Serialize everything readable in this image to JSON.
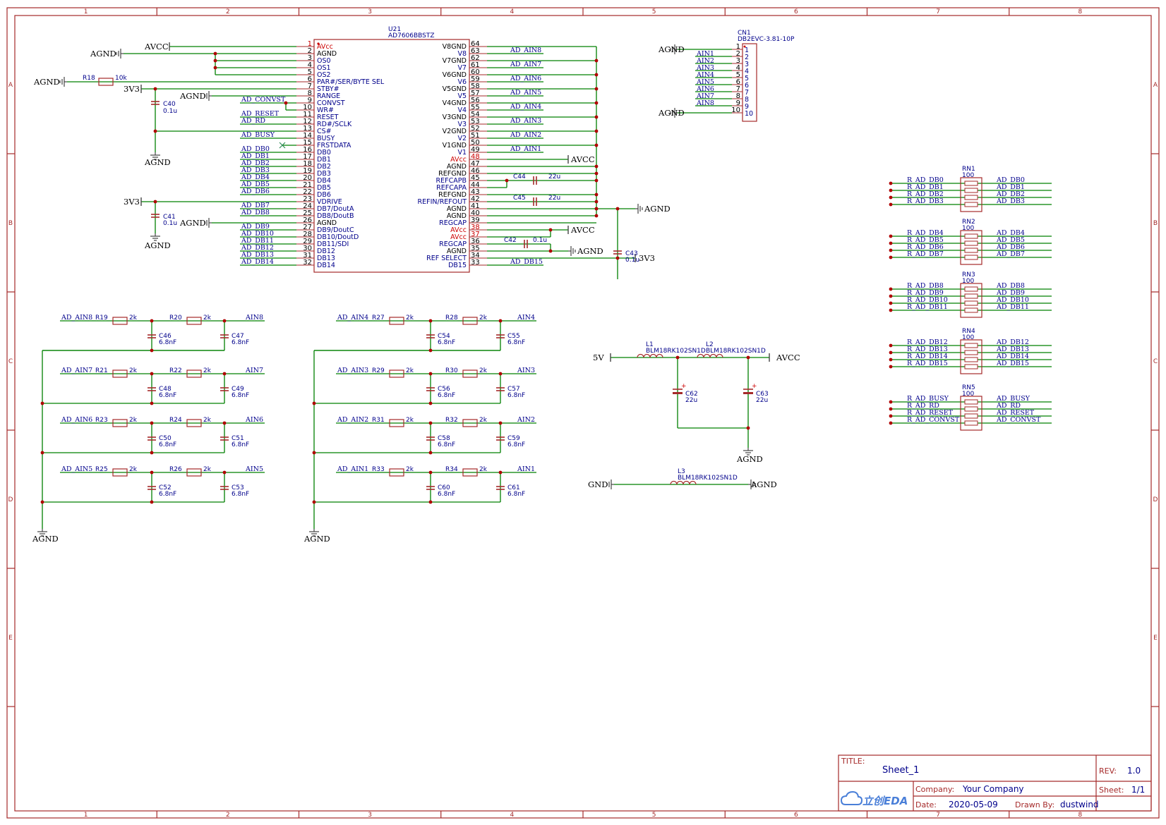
{
  "sheet": {
    "column_labels": [
      "1",
      "2",
      "3",
      "4",
      "5",
      "6",
      "7",
      "8"
    ],
    "row_labels": [
      "A",
      "B",
      "C",
      "D",
      "E"
    ]
  },
  "title_block": {
    "title_caption": "TITLE:",
    "title": "Sheet_1",
    "rev_caption": "REV:",
    "rev": "1.0",
    "company_caption": "Company:",
    "company": "Your Company",
    "sheet_caption": "Sheet:",
    "sheet": "1/1",
    "date_caption": "Date:",
    "date": "2020-05-09",
    "drawn_caption": "Drawn By:",
    "drawn_by": "dustwind",
    "logo": "立创EDA"
  },
  "u21": {
    "ref": "U21",
    "part": "AD7606BBSTZ",
    "left_pins": [
      {
        "num": "1",
        "name": "AVcc",
        "red": true
      },
      {
        "num": "2",
        "name": "AGND",
        "black": true
      },
      {
        "num": "3",
        "name": "OS0"
      },
      {
        "num": "4",
        "name": "OS1"
      },
      {
        "num": "5",
        "name": "OS2"
      },
      {
        "num": "6",
        "name": "PAR#/SER/BYTE SEL"
      },
      {
        "num": "7",
        "name": "STBY#"
      },
      {
        "num": "8",
        "name": "RANGE"
      },
      {
        "num": "9",
        "name": "CONVST"
      },
      {
        "num": "10",
        "name": "WR#"
      },
      {
        "num": "11",
        "name": "RESET"
      },
      {
        "num": "12",
        "name": "RD#/SCLK"
      },
      {
        "num": "13",
        "name": "CS#"
      },
      {
        "num": "14",
        "name": "BUSY"
      },
      {
        "num": "15",
        "name": "FRSTDATA"
      },
      {
        "num": "16",
        "name": "DB0"
      },
      {
        "num": "17",
        "name": "DB1"
      },
      {
        "num": "18",
        "name": "DB2"
      },
      {
        "num": "19",
        "name": "DB3"
      },
      {
        "num": "20",
        "name": "DB4"
      },
      {
        "num": "21",
        "name": "DB5"
      },
      {
        "num": "22",
        "name": "DB6"
      },
      {
        "num": "23",
        "name": "VDRIVE"
      },
      {
        "num": "24",
        "name": "DB7/DoutA"
      },
      {
        "num": "25",
        "name": "DB8/DoutB"
      },
      {
        "num": "26",
        "name": "AGND",
        "black": true
      },
      {
        "num": "27",
        "name": "DB9/DoutC"
      },
      {
        "num": "28",
        "name": "DB10/DoutD"
      },
      {
        "num": "29",
        "name": "DB11/SDI"
      },
      {
        "num": "30",
        "name": "DB12"
      },
      {
        "num": "31",
        "name": "DB13"
      },
      {
        "num": "32",
        "name": "DB14"
      }
    ],
    "right_pins": [
      {
        "num": "64",
        "name": "V8GND",
        "black": true
      },
      {
        "num": "63",
        "name": "V8"
      },
      {
        "num": "62",
        "name": "V7GND",
        "black": true
      },
      {
        "num": "61",
        "name": "V7"
      },
      {
        "num": "60",
        "name": "V6GND",
        "black": true
      },
      {
        "num": "59",
        "name": "V6"
      },
      {
        "num": "58",
        "name": "V5GND",
        "black": true
      },
      {
        "num": "57",
        "name": "V5"
      },
      {
        "num": "56",
        "name": "V4GND",
        "black": true
      },
      {
        "num": "55",
        "name": "V4"
      },
      {
        "num": "54",
        "name": "V3GND",
        "black": true
      },
      {
        "num": "53",
        "name": "V3"
      },
      {
        "num": "52",
        "name": "V2GND",
        "black": true
      },
      {
        "num": "51",
        "name": "V2"
      },
      {
        "num": "50",
        "name": "V1GND",
        "black": true
      },
      {
        "num": "49",
        "name": "V1"
      },
      {
        "num": "48",
        "name": "AVcc",
        "red": true
      },
      {
        "num": "47",
        "name": "AGND",
        "black": true
      },
      {
        "num": "46",
        "name": "REFGND",
        "black": true
      },
      {
        "num": "45",
        "name": "REFCAPB"
      },
      {
        "num": "44",
        "name": "REFCAPA"
      },
      {
        "num": "43",
        "name": "REFGND",
        "black": true
      },
      {
        "num": "42",
        "name": "REFIN/REFOUT"
      },
      {
        "num": "41",
        "name": "AGND",
        "black": true
      },
      {
        "num": "40",
        "name": "AGND",
        "black": true
      },
      {
        "num": "39",
        "name": "REGCAP"
      },
      {
        "num": "38",
        "name": "AVcc",
        "red": true
      },
      {
        "num": "37",
        "name": "AVcc",
        "red": true
      },
      {
        "num": "36",
        "name": "REGCAP"
      },
      {
        "num": "35",
        "name": "AGND",
        "black": true
      },
      {
        "num": "34",
        "name": "REF SELECT"
      },
      {
        "num": "33",
        "name": "DB15"
      }
    ],
    "left_nets": {
      "9": "AD_CONVST",
      "11": "AD_RESET",
      "12": "AD_RD",
      "14": "AD_BUSY",
      "16": "AD_DB0",
      "17": "AD_DB1",
      "18": "AD_DB2",
      "19": "AD_DB3",
      "20": "AD_DB4",
      "21": "AD_DB5",
      "22": "AD_DB6",
      "24": "AD_DB7",
      "25": "AD_DB8",
      "27": "AD_DB9",
      "28": "AD_DB10",
      "29": "AD_DB11",
      "30": "AD_DB12",
      "31": "AD_DB13",
      "32": "AD_DB14"
    },
    "right_nets": {
      "63": "AD_AIN8",
      "61": "AD_AIN7",
      "59": "AD_AIN6",
      "57": "AD_AIN5",
      "55": "AD_AIN4",
      "53": "AD_AIN3",
      "51": "AD_AIN2",
      "49": "AD_AIN1",
      "33": "AD_DB15"
    }
  },
  "power_labels": {
    "avcc": "AVCC",
    "agnd": "AGND",
    "v3v3": "3V3",
    "v5": "5V",
    "gnd": "GND"
  },
  "components": {
    "r18": {
      "ref": "R18",
      "value": "10k"
    },
    "c40": {
      "ref": "C40",
      "value": "0.1u"
    },
    "c41": {
      "ref": "C41",
      "value": "0.1u"
    },
    "c44": {
      "ref": "C44",
      "value": "22u"
    },
    "c45": {
      "ref": "C45",
      "value": "22u"
    },
    "c42": {
      "ref": "C42",
      "value": "0.1u"
    },
    "c43": {
      "ref": "C43",
      "value": "0.1u"
    },
    "l1": {
      "ref": "L1",
      "value": "BLM18RK102SN1D"
    },
    "l2": {
      "ref": "L2",
      "value": "BLM18RK102SN1D"
    },
    "l3": {
      "ref": "L3",
      "value": "BLM18RK102SN1D"
    },
    "c62": {
      "ref": "C62",
      "value": "22u"
    },
    "c63": {
      "ref": "C63",
      "value": "22u"
    }
  },
  "cn1": {
    "ref": "CN1",
    "part": "DB2EVC-3.81-10P",
    "pins": [
      "1",
      "2",
      "3",
      "4",
      "5",
      "6",
      "7",
      "8",
      "9",
      "10"
    ],
    "nets": [
      "AIN1",
      "AIN2",
      "AIN3",
      "AIN4",
      "AIN5",
      "AIN6",
      "AIN7",
      "AIN8"
    ]
  },
  "filters": [
    {
      "in": "AD_AIN8",
      "r1": "R19",
      "r2": "R20",
      "rv": "2k",
      "c1": "C46",
      "c2": "C47",
      "cv": "6.8nF",
      "out": "AIN8"
    },
    {
      "in": "AD_AIN7",
      "r1": "R21",
      "r2": "R22",
      "rv": "2k",
      "c1": "C48",
      "c2": "C49",
      "cv": "6.8nF",
      "out": "AIN7"
    },
    {
      "in": "AD_AIN6",
      "r1": "R23",
      "r2": "R24",
      "rv": "2k",
      "c1": "C50",
      "c2": "C51",
      "cv": "6.8nF",
      "out": "AIN6"
    },
    {
      "in": "AD_AIN5",
      "r1": "R25",
      "r2": "R26",
      "rv": "2k",
      "c1": "C52",
      "c2": "C53",
      "cv": "6.8nF",
      "out": "AIN5"
    },
    {
      "in": "AD_AIN4",
      "r1": "R27",
      "r2": "R28",
      "rv": "2k",
      "c1": "C54",
      "c2": "C55",
      "cv": "6.8nF",
      "out": "AIN4"
    },
    {
      "in": "AD_AIN3",
      "r1": "R29",
      "r2": "R30",
      "rv": "2k",
      "c1": "C56",
      "c2": "C57",
      "cv": "6.8nF",
      "out": "AIN3"
    },
    {
      "in": "AD_AIN2",
      "r1": "R31",
      "r2": "R32",
      "rv": "2k",
      "c1": "C58",
      "c2": "C59",
      "cv": "6.8nF",
      "out": "AIN2"
    },
    {
      "in": "AD_AIN1",
      "r1": "R33",
      "r2": "R34",
      "rv": "2k",
      "c1": "C60",
      "c2": "C61",
      "cv": "6.8nF",
      "out": "AIN1"
    }
  ],
  "resistor_networks": [
    {
      "ref": "RN1",
      "value": "100",
      "left": [
        "R_AD_DB0",
        "R_AD_DB1",
        "R_AD_DB2",
        "R_AD_DB3"
      ],
      "right": [
        "AD_DB0",
        "AD_DB1",
        "AD_DB2",
        "AD_DB3"
      ]
    },
    {
      "ref": "RN2",
      "value": "100",
      "left": [
        "R_AD_DB4",
        "R_AD_DB5",
        "R_AD_DB6",
        "R_AD_DB7"
      ],
      "right": [
        "AD_DB4",
        "AD_DB5",
        "AD_DB6",
        "AD_DB7"
      ]
    },
    {
      "ref": "RN3",
      "value": "100",
      "left": [
        "R_AD_DB8",
        "R_AD_DB9",
        "R_AD_DB10",
        "R_AD_DB11"
      ],
      "right": [
        "AD_DB8",
        "AD_DB9",
        "AD_DB10",
        "AD_DB11"
      ]
    },
    {
      "ref": "RN4",
      "value": "100",
      "left": [
        "R_AD_DB12",
        "R_AD_DB13",
        "R_AD_DB14",
        "R_AD_DB15"
      ],
      "right": [
        "AD_DB12",
        "AD_DB13",
        "AD_DB14",
        "AD_DB15"
      ]
    },
    {
      "ref": "RN5",
      "value": "100",
      "left": [
        "R_AD_BUSY",
        "R_AD_RD",
        "R_AD_RESET",
        "R_AD_CONVST"
      ],
      "right": [
        "AD_BUSY",
        "AD_RD",
        "AD_RESET",
        "AD_CONVST"
      ]
    }
  ]
}
